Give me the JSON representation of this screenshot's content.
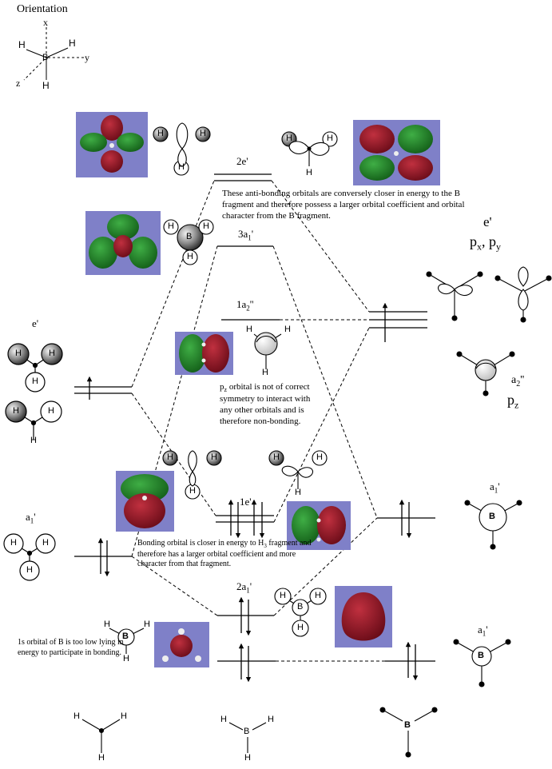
{
  "orientation": {
    "title": "Orientation",
    "axis_x": "x",
    "axis_y": "y",
    "axis_z": "z",
    "center_atom": "B",
    "h1": "H",
    "h2": "H",
    "h3": "H"
  },
  "mo_levels": {
    "level_2e": "2e'",
    "level_3a1": "3a",
    "level_3a1_sub": "1",
    "level_3a1_prime": "'",
    "level_1a2": "1a",
    "level_1a2_sub": "2",
    "level_1a2_prime": "''",
    "level_1e": "1e'",
    "level_2a1": "2a",
    "level_2a1_sub": "1",
    "level_2a1_prime": "'"
  },
  "left_fragment": {
    "e_label": "e'",
    "a1_label": "a",
    "a1_sub": "1",
    "a1_prime": "'",
    "atom_H": "H"
  },
  "right_fragment": {
    "e_label": "e'",
    "e_orbitals": "p",
    "e_sub_x": "x",
    "e_sep": ", p",
    "e_sub_y": "y",
    "a2_label": "a",
    "a2_sub": "2",
    "a2_prime": "''",
    "a2_orbital": "p",
    "a2_orbital_sub": "z",
    "a1_label": "a",
    "a1_sub": "1",
    "a1_prime": "'",
    "a1b_label": "a",
    "a1b_sub": "1",
    "a1b_prime": "'",
    "atom_B": "B"
  },
  "notes": {
    "antibonding": "These anti-bonding orbitals are conversely closer in energy to the B fragment and therefore possess a larger orbital coefficient and orbital character from the B fragment.",
    "pz_pre": "p",
    "pz_sub": "z",
    "pz_rest": " orbital is not of correct symmetry to interact with any other orbitals and is therefore non-bonding.",
    "bonding_pre": "Bonding orbital is closer in energy to H",
    "bonding_sub": "3",
    "bonding_rest": " fragment and therefore has a larger orbital coefficient and more character from that fragment.",
    "core": "1s orbital of B is too low lying in energy to participate in bonding."
  },
  "bottom": {
    "h": "H",
    "b": "B"
  },
  "colors": {
    "panel": "#7f80c8",
    "lobe_red": "#8a1020",
    "lobe_green": "#1f7a25",
    "line": "#000000"
  }
}
